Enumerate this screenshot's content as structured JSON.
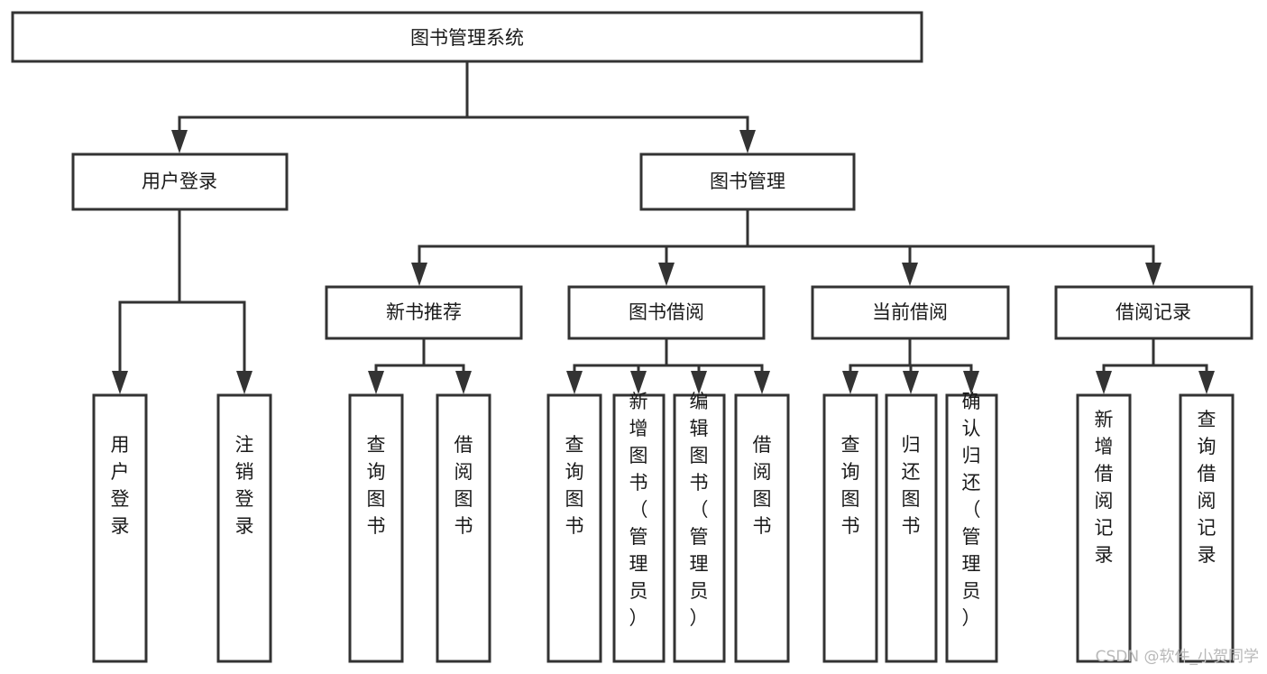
{
  "diagram": {
    "title": "图书管理系统",
    "type": "functional-structure-tree",
    "orientation": "top-down",
    "root": {
      "id": "root",
      "label": "图书管理系统",
      "text_orientation": "horizontal"
    },
    "level2": [
      {
        "id": "user-login",
        "label": "用户登录",
        "text_orientation": "horizontal"
      },
      {
        "id": "book-management",
        "label": "图书管理",
        "text_orientation": "horizontal"
      }
    ],
    "level3": [
      {
        "id": "new-book-recommend",
        "label": "新书推荐",
        "parent": "book-management",
        "text_orientation": "horizontal"
      },
      {
        "id": "book-borrow",
        "label": "图书借阅",
        "parent": "book-management",
        "text_orientation": "horizontal"
      },
      {
        "id": "current-borrow",
        "label": "当前借阅",
        "parent": "book-management",
        "text_orientation": "horizontal"
      },
      {
        "id": "borrow-record",
        "label": "借阅记录",
        "parent": "book-management",
        "text_orientation": "horizontal"
      }
    ],
    "leaves": [
      {
        "id": "leaf-user-login",
        "label": "用户登录",
        "parent": "user-login",
        "text_orientation": "vertical"
      },
      {
        "id": "leaf-logout-login",
        "label": "注销登录",
        "parent": "user-login",
        "text_orientation": "vertical"
      },
      {
        "id": "leaf-query-book-rec",
        "label": "查询图书",
        "parent": "new-book-recommend",
        "text_orientation": "vertical"
      },
      {
        "id": "leaf-borrow-book-rec",
        "label": "借阅图书",
        "parent": "new-book-recommend",
        "text_orientation": "vertical"
      },
      {
        "id": "leaf-query-book-borrow",
        "label": "查询图书",
        "parent": "book-borrow",
        "text_orientation": "vertical"
      },
      {
        "id": "leaf-add-book-admin",
        "label": "新增图书（管理员）",
        "parent": "book-borrow",
        "text_orientation": "vertical"
      },
      {
        "id": "leaf-edit-book-admin",
        "label": "编辑图书（管理员）",
        "parent": "book-borrow",
        "text_orientation": "vertical"
      },
      {
        "id": "leaf-borrow-book",
        "label": "借阅图书",
        "parent": "book-borrow",
        "text_orientation": "vertical"
      },
      {
        "id": "leaf-query-book-current",
        "label": "查询图书",
        "parent": "current-borrow",
        "text_orientation": "vertical"
      },
      {
        "id": "leaf-return-book",
        "label": "归还图书",
        "parent": "current-borrow",
        "text_orientation": "vertical"
      },
      {
        "id": "leaf-confirm-return-admin",
        "label": "确认归还（管理员）",
        "parent": "current-borrow",
        "text_orientation": "vertical"
      },
      {
        "id": "leaf-add-borrow-record",
        "label": "新增借阅记录",
        "parent": "borrow-record",
        "text_orientation": "vertical"
      },
      {
        "id": "leaf-query-borrow-record",
        "label": "查询借阅记录",
        "parent": "borrow-record",
        "text_orientation": "vertical"
      }
    ],
    "colors": {
      "box_fill": "#ffffff",
      "box_stroke": "#333333",
      "text": "#1a1a1a",
      "connector": "#333333",
      "background": "#ffffff",
      "watermark": "#b8b8b8"
    }
  },
  "watermark": {
    "text": "CSDN @软件_小贺同学"
  }
}
